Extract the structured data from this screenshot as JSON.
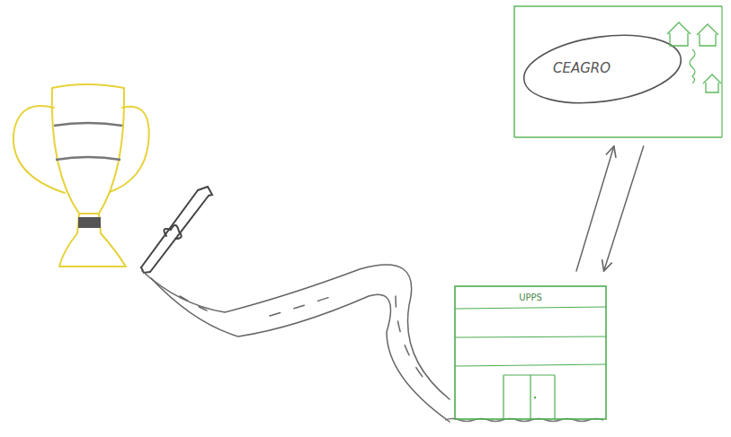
{
  "diagram": {
    "nodes": [
      {
        "text": [
          "CEAGRO"
        ]
      },
      {
        "text": [
          "UPPS"
        ]
      }
    ],
    "edges": [
      {
        "from": 1,
        "to": 0,
        "arrow": "to"
      },
      {
        "from": 0,
        "to": 1,
        "arrow": "to"
      }
    ]
  }
}
